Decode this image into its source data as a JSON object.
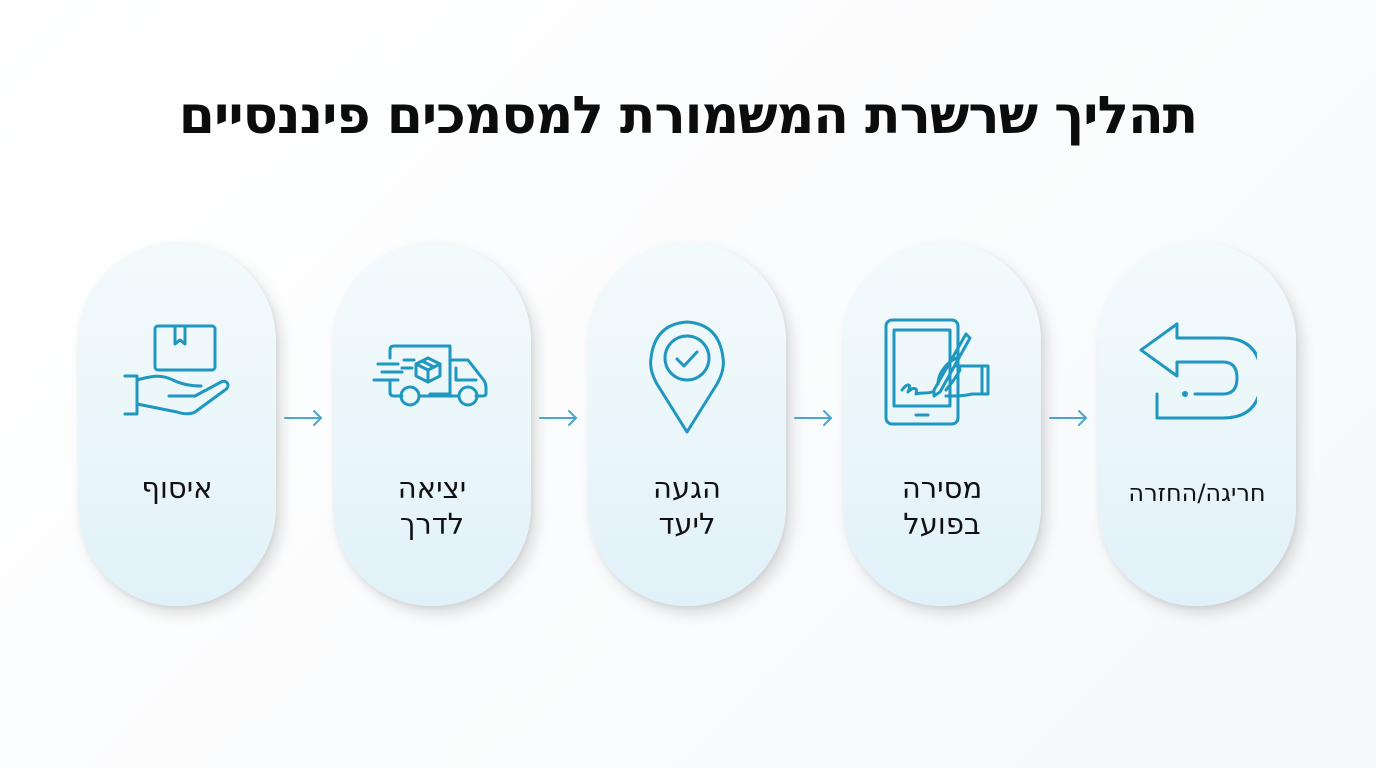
{
  "title": "תהליך שרשרת המשמורת למסמכים פיננסיים",
  "colors": {
    "icon": "#1f97c1",
    "arrow": "#4aa6cc",
    "text": "#111111"
  },
  "steps": [
    {
      "label_line1": "איסוף",
      "label_line2": "",
      "icon": "hand-box-icon"
    },
    {
      "label_line1": "יציאה",
      "label_line2": "לדרך",
      "icon": "delivery-truck-icon"
    },
    {
      "label_line1": "הגעה",
      "label_line2": "ליעד",
      "icon": "location-check-icon"
    },
    {
      "label_line1": "מסירה",
      "label_line2": "בפועל",
      "icon": "tablet-signature-icon"
    },
    {
      "label_line1": "חריגה/החזרה",
      "label_line2": "",
      "icon": "return-arrow-icon"
    }
  ],
  "connectors": [
    "arrow-right",
    "arrow-right",
    "arrow-right",
    "arrow-right"
  ]
}
